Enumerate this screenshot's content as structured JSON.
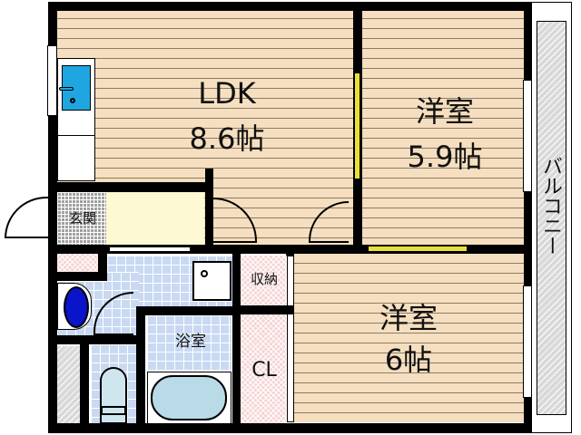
{
  "floorplan": {
    "rooms": [
      {
        "id": "ldk",
        "name": "LDK",
        "size": "8.6帖"
      },
      {
        "id": "western1",
        "name": "洋室",
        "size": "5.9帖"
      },
      {
        "id": "western2",
        "name": "洋室",
        "size": "6帖"
      },
      {
        "id": "entrance",
        "name": "玄関"
      },
      {
        "id": "storage",
        "name": "収納"
      },
      {
        "id": "bath",
        "name": "浴室"
      },
      {
        "id": "closet",
        "name": "CL"
      },
      {
        "id": "balcony",
        "name": "バルコニー"
      }
    ],
    "colors": {
      "floor_wood": "#f5dfc0",
      "wall": "#000000",
      "tile": "#c9d9f2",
      "closet_pink": "#f6d3d3",
      "entrance_floor": "#fdf9d3",
      "balcony": "#d9d9d9",
      "sink_blue": "#1fa6e0",
      "washer_blue": "#0a14c8",
      "bathtub": "#b9dbe8",
      "sliding_door": "#e8e03a"
    }
  }
}
